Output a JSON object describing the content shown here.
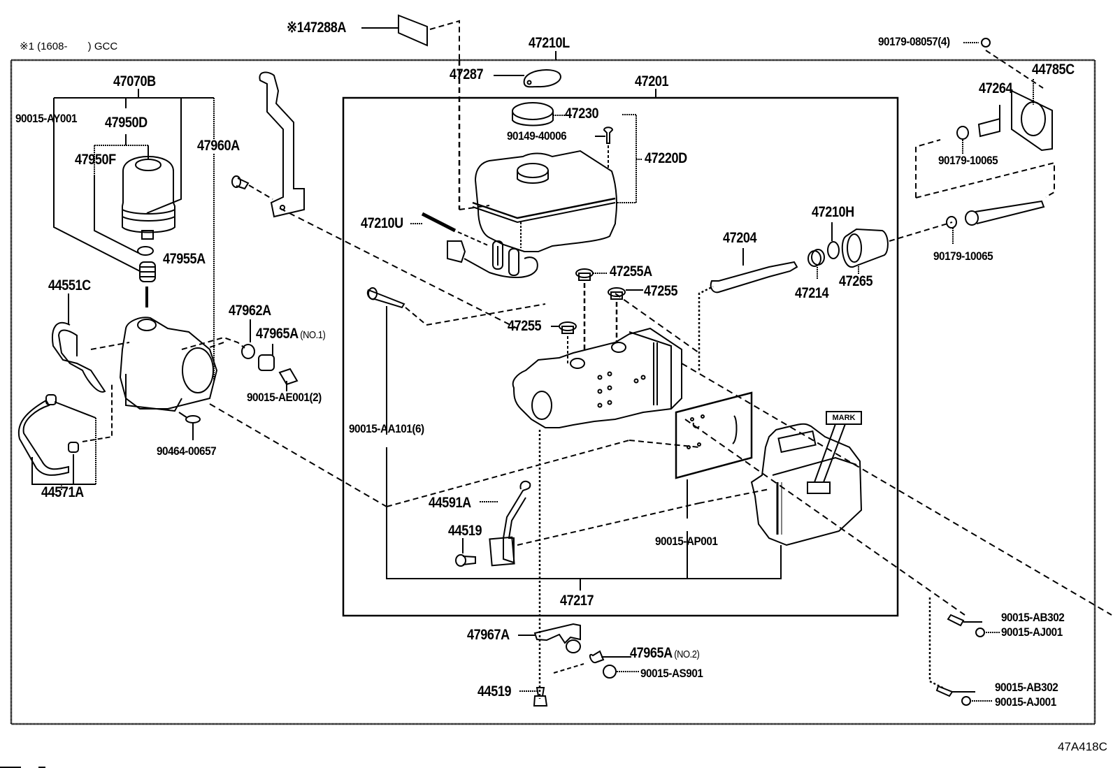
{
  "diagram": {
    "type": "exploded-parts-diagram",
    "subject": "Brake master cylinder / ABS actuator assembly",
    "note": {
      "prefix": "※1",
      "range": "(1608-",
      "range_end": ")",
      "region": "GCC"
    },
    "figure_code": "47A418C",
    "mark_label": "MARK",
    "labels": {
      "p147288A": "※147288A",
      "p47210L": "47210L",
      "p47287": "47287",
      "p47201": "47201",
      "p47230": "47230",
      "p90149_40006": "90149-40006",
      "p47220D": "47220D",
      "p47210U": "47210U",
      "p47255A": "47255A",
      "p47255_upper": "47255",
      "p47255_lower": "47255",
      "p47204": "47204",
      "p47210H": "47210H",
      "p47214": "47214",
      "p47265": "47265",
      "p90015_AA101": "90015-AA101(6)",
      "p44591A": "44591A",
      "p44519_inner": "44519",
      "p90015_AP001": "90015-AP001",
      "p47217": "47217",
      "p47967A": "47967A",
      "p47965A_no2": "47965A",
      "p47965A_no2_suffix": "(NO.2)",
      "p90015_AS901": "90015-AS901",
      "p44519_outer": "44519",
      "p47070B": "47070B",
      "p90015_AY001": "90015-AY001",
      "p47950D": "47950D",
      "p47950F": "47950F",
      "p47960A": "47960A",
      "p47955A": "47955A",
      "p44551C": "44551C",
      "p47962A": "47962A",
      "p47965A_no1": "47965A",
      "p47965A_no1_suffix": "(NO.1)",
      "p90015_AE001": "90015-AE001(2)",
      "p90464_00657": "90464-00657",
      "p44571A": "44571A",
      "p90179_08057": "90179-08057(4)",
      "p44785C": "44785C",
      "p47264": "47264",
      "p90179_10065_upper": "90179-10065",
      "p90179_10065_lower": "90179-10065",
      "p90015_AB302_upper": "90015-AB302",
      "p90015_AJ001_upper": "90015-AJ001",
      "p90015_AB302_lower": "90015-AB302",
      "p90015_AJ001_lower": "90015-AJ001"
    }
  }
}
